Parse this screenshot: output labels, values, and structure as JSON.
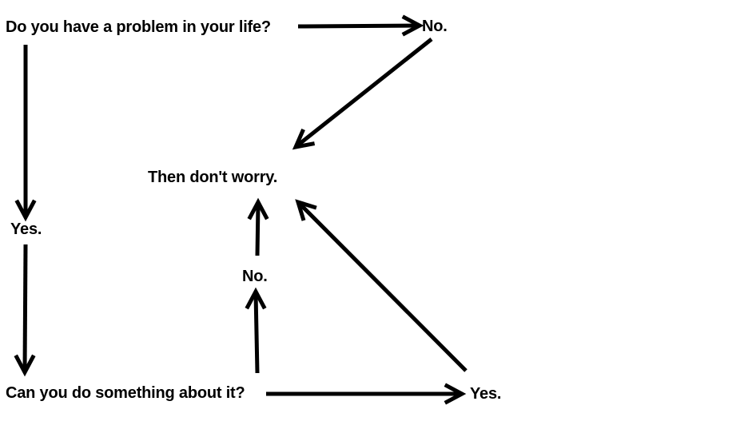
{
  "diagram": {
    "type": "flowchart",
    "colors": {
      "ink": "#000000",
      "background": "#ffffff"
    },
    "nodes": {
      "question_problem": "Do you have a problem in your life?",
      "no_top": "No.",
      "dont_worry": "Then don't worry.",
      "yes_left": "Yes.",
      "no_middle": "No.",
      "question_can_do": "Can you do something about it?",
      "yes_bottom": "Yes."
    },
    "edges": [
      {
        "from": "Do you have a problem in your life?",
        "answer": "No.",
        "to": "Then don't worry."
      },
      {
        "from": "Do you have a problem in your life?",
        "answer": "Yes.",
        "to": "Can you do something about it?"
      },
      {
        "from": "Can you do something about it?",
        "answer": "No.",
        "to": "Then don't worry."
      },
      {
        "from": "Can you do something about it?",
        "answer": "Yes.",
        "to": "Then don't worry."
      }
    ]
  }
}
